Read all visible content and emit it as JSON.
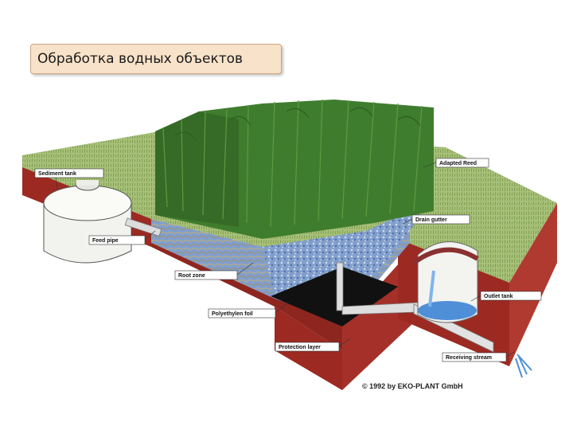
{
  "title": "Обработка водных объектов",
  "diagram": {
    "labels": {
      "sediment_tank": "Sediment tank",
      "feed_pipe": "Feed pipe",
      "root_zone": "Root zone",
      "polyethylene_foil": "Polyethylen foil",
      "protection_layer": "Protection layer",
      "adapted_reed": "Adapted Reed",
      "drain_gutter": "Drain gutter",
      "outlet_tank": "Outlet tank",
      "receiving_stream": "Receiving stream"
    },
    "copyright": "© 1992 by EKO-PLANT GmbH"
  },
  "colors": {
    "soil": "#9c2a22",
    "grass": "#9fb86a",
    "reed": "#3f7d2e",
    "gravel": "#6f8fc4",
    "water": "#4f8fd8",
    "liner": "#111111",
    "title_bg": "#f8e2c9"
  }
}
